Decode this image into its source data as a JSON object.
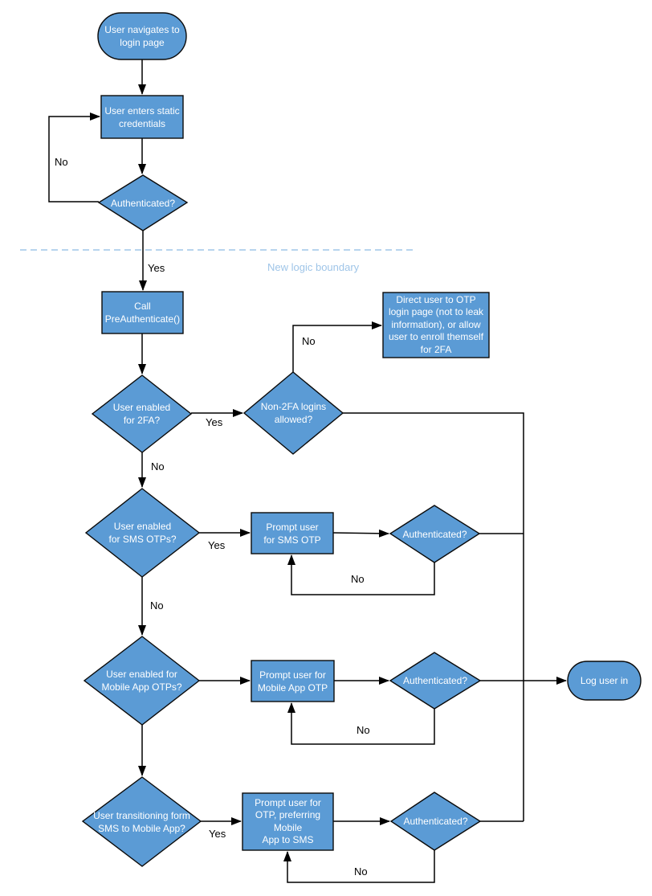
{
  "colors": {
    "node_fill": "#5B9BD5",
    "node_border": "#0a0a0a",
    "node_text": "#FFFFFF",
    "connector": "#000000",
    "boundary_line": "#9FC5E8",
    "boundary_text": "#9FC5E8",
    "edge_label_text": "#000000",
    "background": "#FFFFFF"
  },
  "boundary": {
    "label": "New logic boundary"
  },
  "nodes": {
    "start": {
      "type": "terminator",
      "label": "User navigates to\nlogin page"
    },
    "enter_credentials": {
      "type": "process",
      "label": "User enters static\ncredentials"
    },
    "authenticated_1": {
      "type": "decision",
      "label": "Authenticated?"
    },
    "call_preauthenticate": {
      "type": "process",
      "label": "Call\nPreAuthenticate()"
    },
    "enabled_2fa": {
      "type": "decision",
      "label": "User enabled\nfor 2FA?"
    },
    "non_2fa_allowed": {
      "type": "decision",
      "label": "Non-2FA logins\nallowed?"
    },
    "direct_user_otp": {
      "type": "process",
      "label": "Direct user to OTP\nlogin page (not to leak\ninformation), or allow\nuser to enroll themself\nfor 2FA"
    },
    "enabled_sms": {
      "type": "decision",
      "label": "User enabled\nfor SMS OTPs?"
    },
    "prompt_sms": {
      "type": "process",
      "label": "Prompt user\nfor SMS OTP"
    },
    "authenticated_2": {
      "type": "decision",
      "label": "Authenticated?"
    },
    "enabled_mobile": {
      "type": "decision",
      "label": "User enabled for\nMobile App OTPs?"
    },
    "prompt_mobile": {
      "type": "process",
      "label": "Prompt user for\nMobile App OTP"
    },
    "authenticated_3": {
      "type": "decision",
      "label": "Authenticated?"
    },
    "log_user_in": {
      "type": "terminator",
      "label": "Log user in"
    },
    "transitioning": {
      "type": "decision",
      "label": "User transitioning form\nSMS to Mobile App?"
    },
    "prompt_otp_preferring": {
      "type": "process",
      "label": "Prompt user for\nOTP, preferring\nMobile\nApp to SMS"
    },
    "authenticated_4": {
      "type": "decision",
      "label": "Authenticated?"
    }
  },
  "edge_labels": {
    "auth1_retry_no": "No",
    "auth1_yes": "Yes",
    "twofa_yes": "Yes",
    "non2fa_no": "No",
    "twofa_no": "No",
    "sms_yes": "Yes",
    "auth2_loop_no": "No",
    "sms_no": "No",
    "auth3_loop_no": "No",
    "transition_yes": "Yes",
    "auth4_loop_no": "No"
  }
}
